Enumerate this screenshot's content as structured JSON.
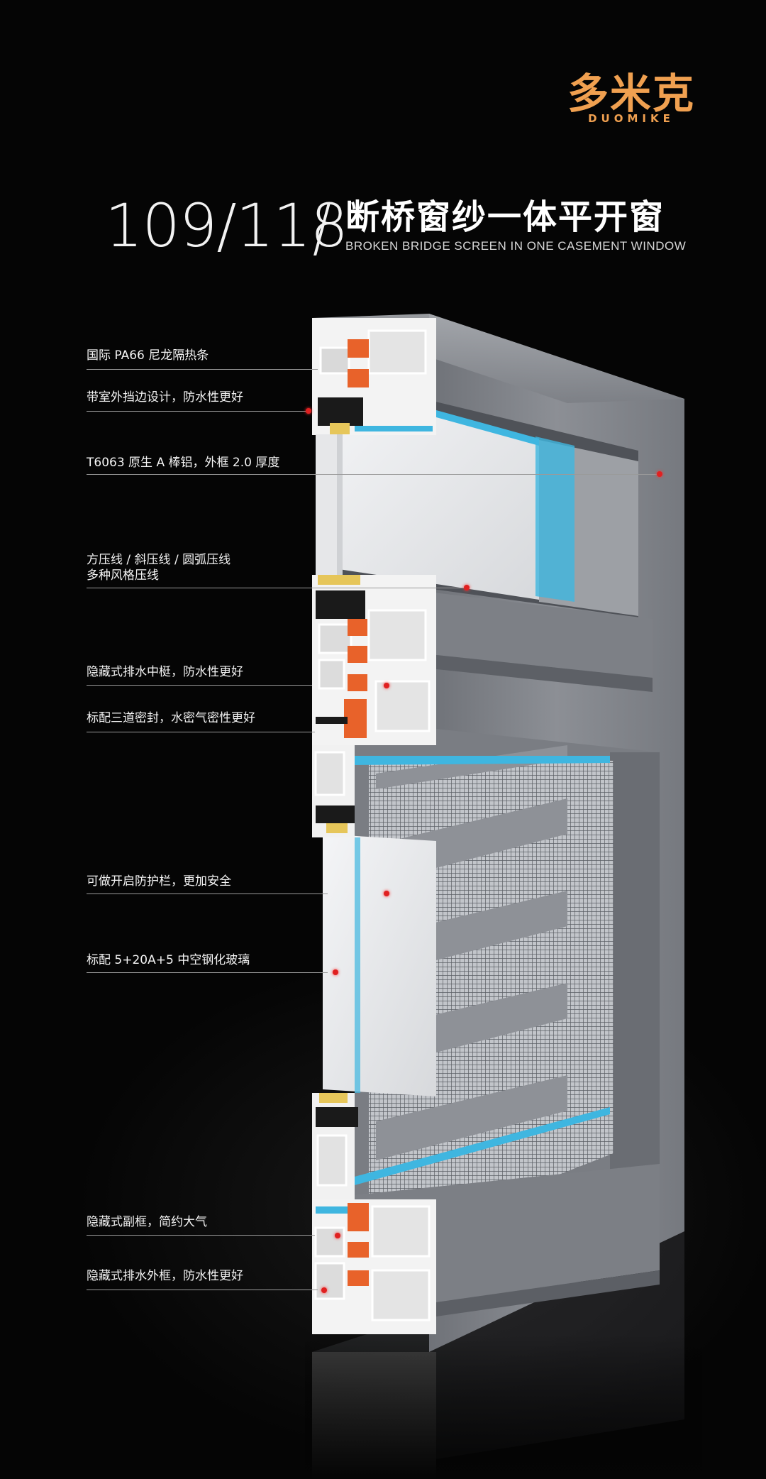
{
  "brand": {
    "name_cn": "多米克",
    "name_en": "DUOMIKE",
    "color": "#f0a050"
  },
  "header": {
    "model": "109/118",
    "title_cn": "断桥窗纱一体平开窗",
    "title_en": "BROKEN BRIDGE SCREEN IN ONE CASEMENT WINDOW"
  },
  "callouts": [
    {
      "text": "国际 PA66 尼龙隔热条"
    },
    {
      "text": "带室外挡边设计，防水性更好"
    },
    {
      "text": "T6063 原生 A 棒铝，外框 2.0 厚度"
    },
    {
      "text": "方压线 / 斜压线 / 圆弧压线\n多种风格压线"
    },
    {
      "text": "隐藏式排水中梃，防水性更好"
    },
    {
      "text": "标配三道密封，水密气密性更好"
    },
    {
      "text": "可做开启防护栏，更加安全"
    },
    {
      "text": "标配 5+20A+5 中空钢化玻璃"
    },
    {
      "text": "隐藏式副框，简约大气"
    },
    {
      "text": "隐藏式排水外框，防水性更好"
    }
  ],
  "colors": {
    "accent_dot": "#e02020",
    "frame_gray": "#8a8d93",
    "frame_dark": "#5f6268",
    "gasket_black": "#1a1a1a",
    "thermal_orange": "#e8622a",
    "glass_blue": "#3fb6e0",
    "cut_white": "#f4f4f4"
  }
}
